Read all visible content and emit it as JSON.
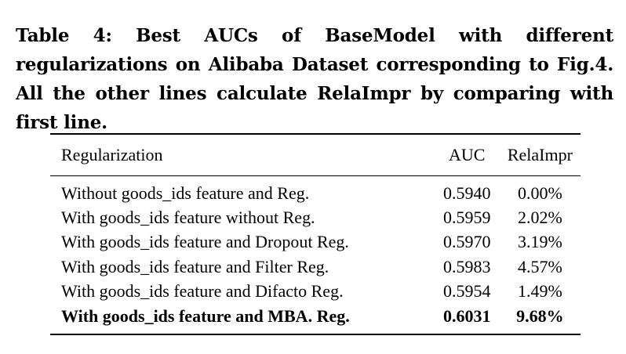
{
  "caption": {
    "label": "Table 4:",
    "text": "Best AUCs of BaseModel with different regularizations on Alibaba Dataset corresponding to Fig.4. All the other lines calculate RelaImpr by comparing with first line."
  },
  "table": {
    "headers": {
      "regularization": "Regularization",
      "auc": "AUC",
      "relaimpr": "RelaImpr"
    },
    "rows": [
      {
        "regularization": "Without goods_ids feature and Reg.",
        "auc": "0.5940",
        "relaimpr": "0.00%"
      },
      {
        "regularization": "With goods_ids feature without Reg.",
        "auc": "0.5959",
        "relaimpr": "2.02%"
      },
      {
        "regularization": "With goods_ids feature and Dropout Reg.",
        "auc": "0.5970",
        "relaimpr": "3.19%"
      },
      {
        "regularization": "With goods_ids feature and Filter Reg.",
        "auc": "0.5983",
        "relaimpr": "4.57%"
      },
      {
        "regularization": "With goods_ids feature and Difacto Reg.",
        "auc": "0.5954",
        "relaimpr": "1.49%"
      },
      {
        "regularization": "With goods_ids feature and MBA. Reg.",
        "auc": "0.6031",
        "relaimpr": "9.68%"
      }
    ]
  }
}
